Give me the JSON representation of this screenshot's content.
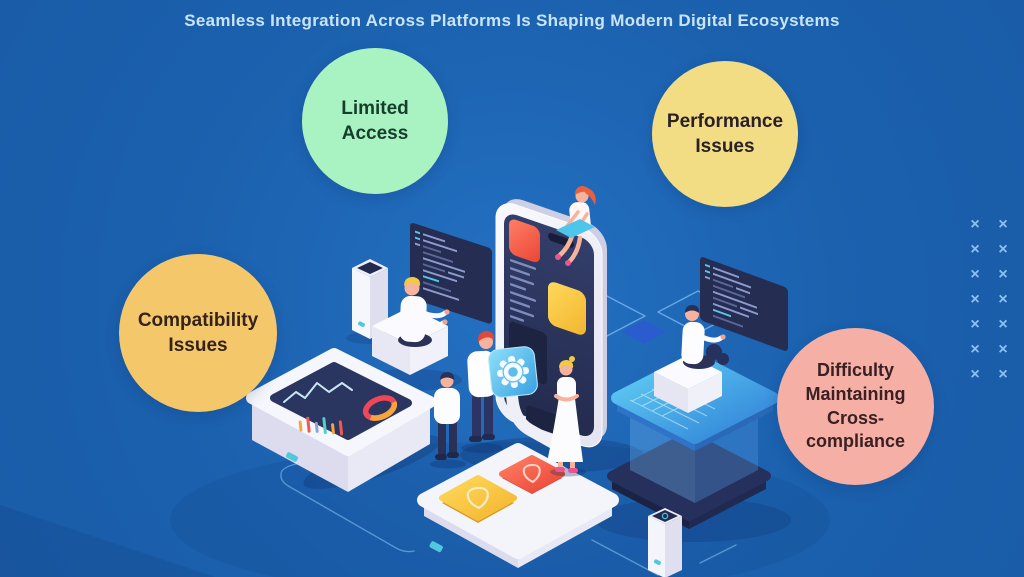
{
  "background": {
    "color": "#1B61AE"
  },
  "title": {
    "text": "Seamless Integration Across Platforms Is Shaping Modern Digital Ecosystems",
    "color": "#C9E4F9"
  },
  "bubbles": [
    {
      "id": "limited-access",
      "label": "Limited\nAccess",
      "bg": "#A9F2C1",
      "text_color": "#173E2D"
    },
    {
      "id": "performance-issues",
      "label": "Performance\nIssues",
      "bg": "#F2DC84",
      "text_color": "#2A2127"
    },
    {
      "id": "compatibility-issues",
      "label": "Compatibility\nIssues",
      "bg": "#F5C76B",
      "text_color": "#33231B"
    },
    {
      "id": "difficulty-maintaining-cross-compliance",
      "label": "Difficulty\nMaintaining\nCross-\ncompliance",
      "bg": "#F5AFA4",
      "text_color": "#3A2023"
    }
  ],
  "decor": {
    "cross": "×",
    "cross_color": "#8CC2F0",
    "columns": 2,
    "rows": 7
  },
  "illustration": {
    "accents": {
      "red": "#F05A47",
      "yellow": "#F7C53D",
      "teal": "#4FC8EE",
      "navy": "#273055",
      "white": "#F4F4FB",
      "screen_navy": "#262D52"
    }
  }
}
